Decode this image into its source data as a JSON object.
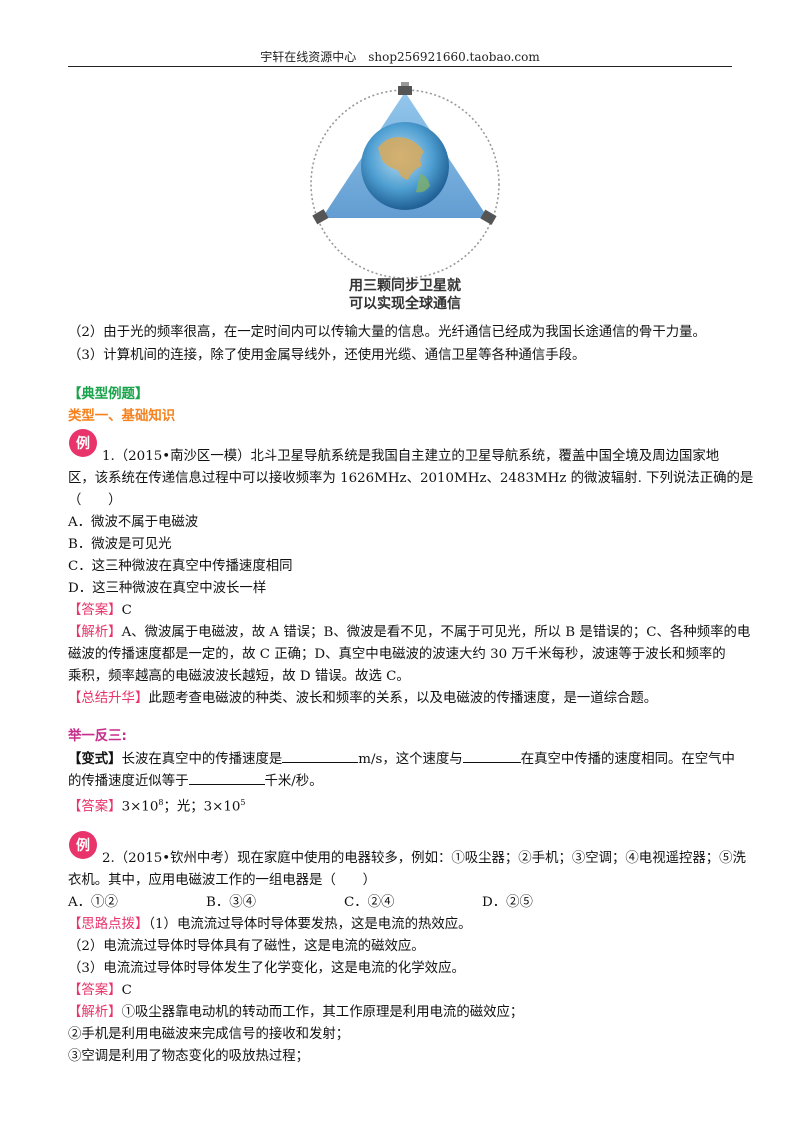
{
  "header": {
    "text": "宇轩在线资源中心　shop256921660.taobao.com"
  },
  "figure": {
    "caption_line1": "用三颗同步卫星就",
    "caption_line2": "可以实现全球通信"
  },
  "para2": "（2）由于光的频率很高，在一定时间内可以传输大量的信息。光纤通信已经成为我国长途通信的骨干力量。",
  "para3": "（3）计算机间的连接，除了使用金属导线外，还使用光缆、通信卫星等各种通信手段。",
  "section_title": "【典型例题】",
  "type1_title": "类型一、基础知识",
  "badge_char": "例",
  "q1": {
    "line1": "1.（2015•南沙区一模）北斗卫星导航系统是我国自主建立的卫星导航系统，覆盖中国全境及周边国家地",
    "line2": "区，该系统在传递信息过程中可以接收频率为 1626MHz、2010MHz、2483MHz 的微波辐射. 下列说法正确的是",
    "line3": "（　　）",
    "optA": "A．微波不属于电磁波",
    "optB": "B．微波是可见光",
    "optC": "C．这三种微波在真空中传播速度相同",
    "optD": "D．这三种微波在真空中波长一样",
    "answer_label": "【答案】",
    "answer": "C",
    "analysis_label": "【解析】",
    "analysis1": "A、微波属于电磁波，故 A 错误；B、微波是看不见，不属于可见光，所以 B 是错误的；C、各种频率的电",
    "analysis2": "磁波的传播速度都是一定的，故 C 正确；D、真空中电磁波的波速大约 30 万千米每秒，波速等于波长和频率的",
    "analysis3": "乘积，频率越高的电磁波波长越短，故 D 错误。故选 C。",
    "summary_label": "【总结升华】",
    "summary": "此题考查电磁波的种类、波长和频率的关系，以及电磁波的传播速度，是一道综合题。"
  },
  "practice_title": "举一反三:",
  "variant": {
    "label": "【变式】",
    "t1": "长波在真空中的传播速度是",
    "t2": "m/s，这个速度与",
    "t3": "在真空中传播的速度相同。在空气中",
    "t4": "的传播速度近似等于",
    "t5": "千米/秒。",
    "answer_label": "【答案】",
    "ans_a": "3×10",
    "ans_a_exp": "8",
    "ans_b": "；光；3×10",
    "ans_b_exp": "5"
  },
  "q2": {
    "line1": "2.（2015•钦州中考）现在家庭中使用的电器较多，例如：①吸尘器；②手机；③空调；④电视遥控器；⑤洗",
    "line2": "衣机。其中，应用电磁波工作的一组电器是（　　）",
    "optA": "A．①②",
    "optB": "B．③④",
    "optC": "C．②④",
    "optD": "D．②⑤",
    "hint_label": "【思路点拨】",
    "hint1": "（1）电流流过导体时导体要发热，这是电流的热效应。",
    "hint2": "（2）电流流过导体时导体具有了磁性，这是电流的磁效应。",
    "hint3": "（3）电流流过导体时导体发生了化学变化，这是电流的化学效应。",
    "answer_label": "【答案】",
    "answer": "C",
    "analysis_label": "【解析】",
    "analysis1": "①吸尘器靠电动机的转动而工作，其工作原理是利用电流的磁效应；",
    "analysis2": "②手机是利用电磁波来完成信号的接收和发射；",
    "analysis3": "③空调是利用了物态变化的吸放热过程；"
  }
}
